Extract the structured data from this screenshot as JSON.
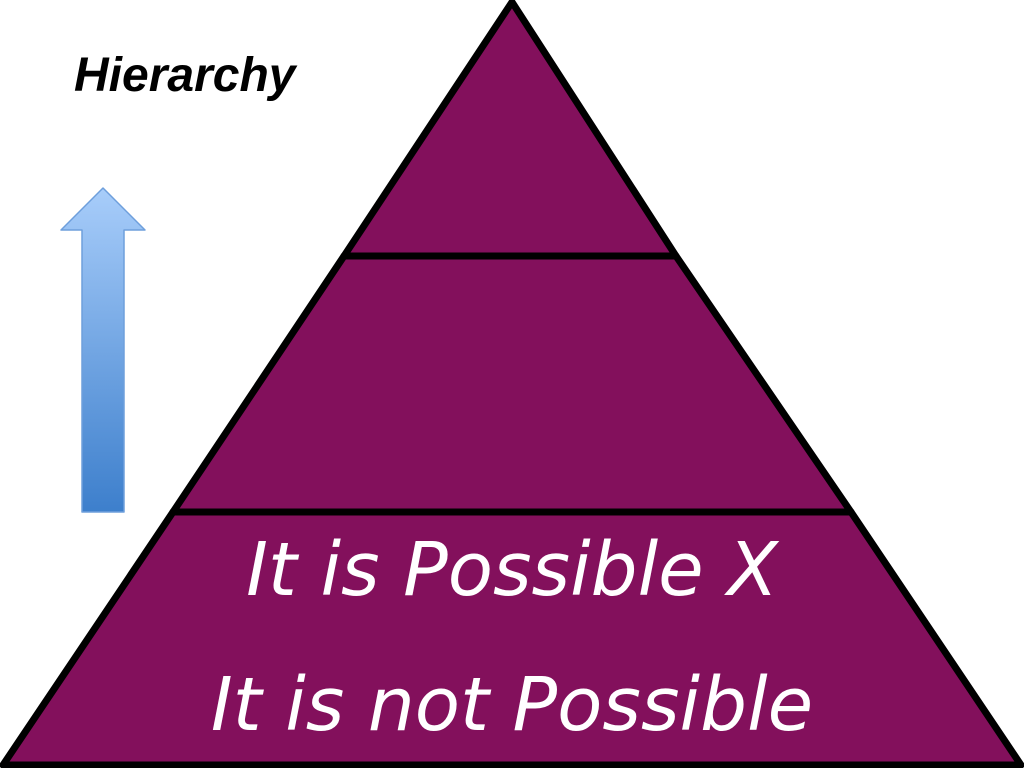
{
  "title": "Hierarchy",
  "arrow": {
    "icon": "up-arrow-icon",
    "color_top": "#a8cdfa",
    "color_bottom": "#3d7fcc"
  },
  "pyramid": {
    "fill_color": "#83105c",
    "stroke_color": "#000000",
    "tiers": [
      {
        "level": "top",
        "lines": []
      },
      {
        "level": "middle",
        "lines": []
      },
      {
        "level": "bottom",
        "lines": [
          "It is Possible X",
          "It is not Possible"
        ]
      }
    ]
  }
}
